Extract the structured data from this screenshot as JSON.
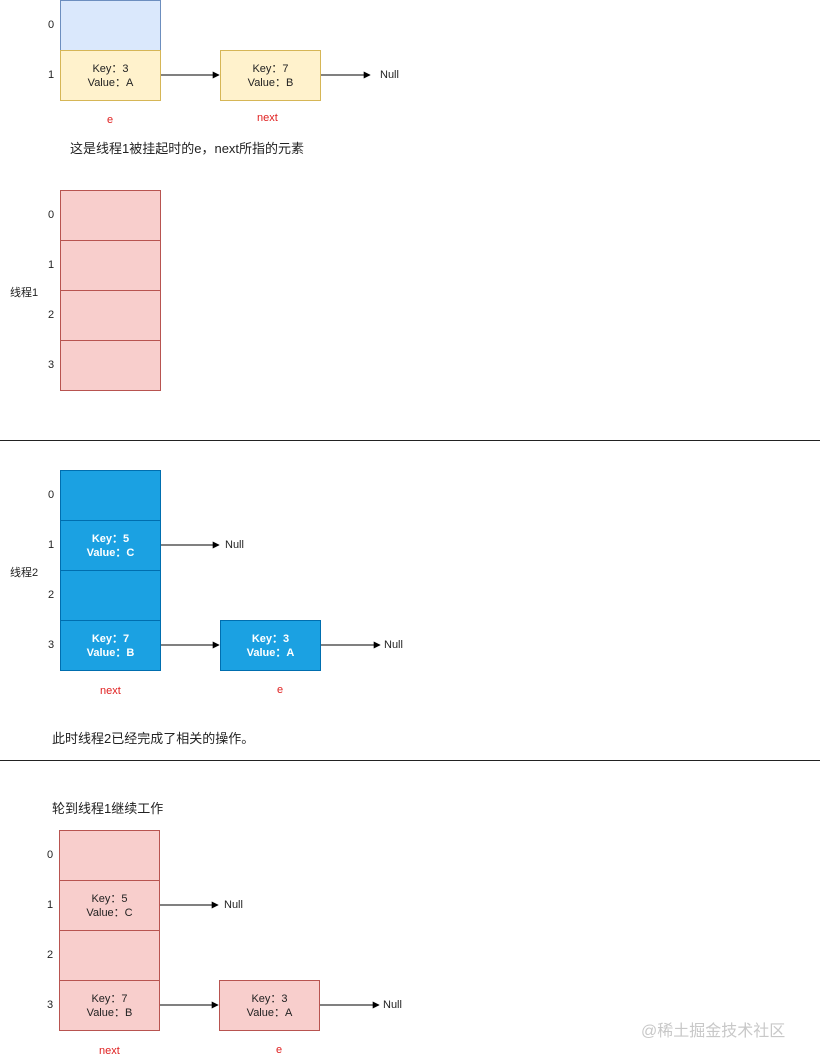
{
  "section1": {
    "indices": [
      "0",
      "1"
    ],
    "cell1": {
      "key": "Key：3",
      "value": "Value：A"
    },
    "next_node": {
      "key": "Key：7",
      "value": "Value：B"
    },
    "null": "Null",
    "e_label": "e",
    "next_label": "next",
    "caption": "这是线程1被挂起时的e，next所指的元素"
  },
  "section2": {
    "thread_label": "线程1",
    "indices": [
      "0",
      "1",
      "2",
      "3"
    ]
  },
  "section3": {
    "thread_label": "线程2",
    "indices": [
      "0",
      "1",
      "2",
      "3"
    ],
    "cell1": {
      "key": "Key：5",
      "value": "Value：C"
    },
    "cell3": {
      "key": "Key：7",
      "value": "Value：B"
    },
    "chain_node": {
      "key": "Key：3",
      "value": "Value：A"
    },
    "null": "Null",
    "next_label": "next",
    "e_label": "e",
    "caption": "此时线程2已经完成了相关的操作。"
  },
  "section4": {
    "caption": "轮到线程1继续工作",
    "indices": [
      "0",
      "1",
      "2",
      "3"
    ],
    "cell1": {
      "key": "Key：5",
      "value": "Value：C"
    },
    "cell3": {
      "key": "Key：7",
      "value": "Value：B"
    },
    "chain_node": {
      "key": "Key：3",
      "value": "Value：A"
    },
    "null": "Null",
    "next_label": "next",
    "e_label": "e"
  },
  "watermark": "@稀土掘金技术社区",
  "colors": {
    "light_blue": "#dae8fc",
    "yellow": "#fff2cc",
    "pink": "#f8cecc",
    "blue": "#1ba1e2",
    "red_text": "#e02020"
  }
}
